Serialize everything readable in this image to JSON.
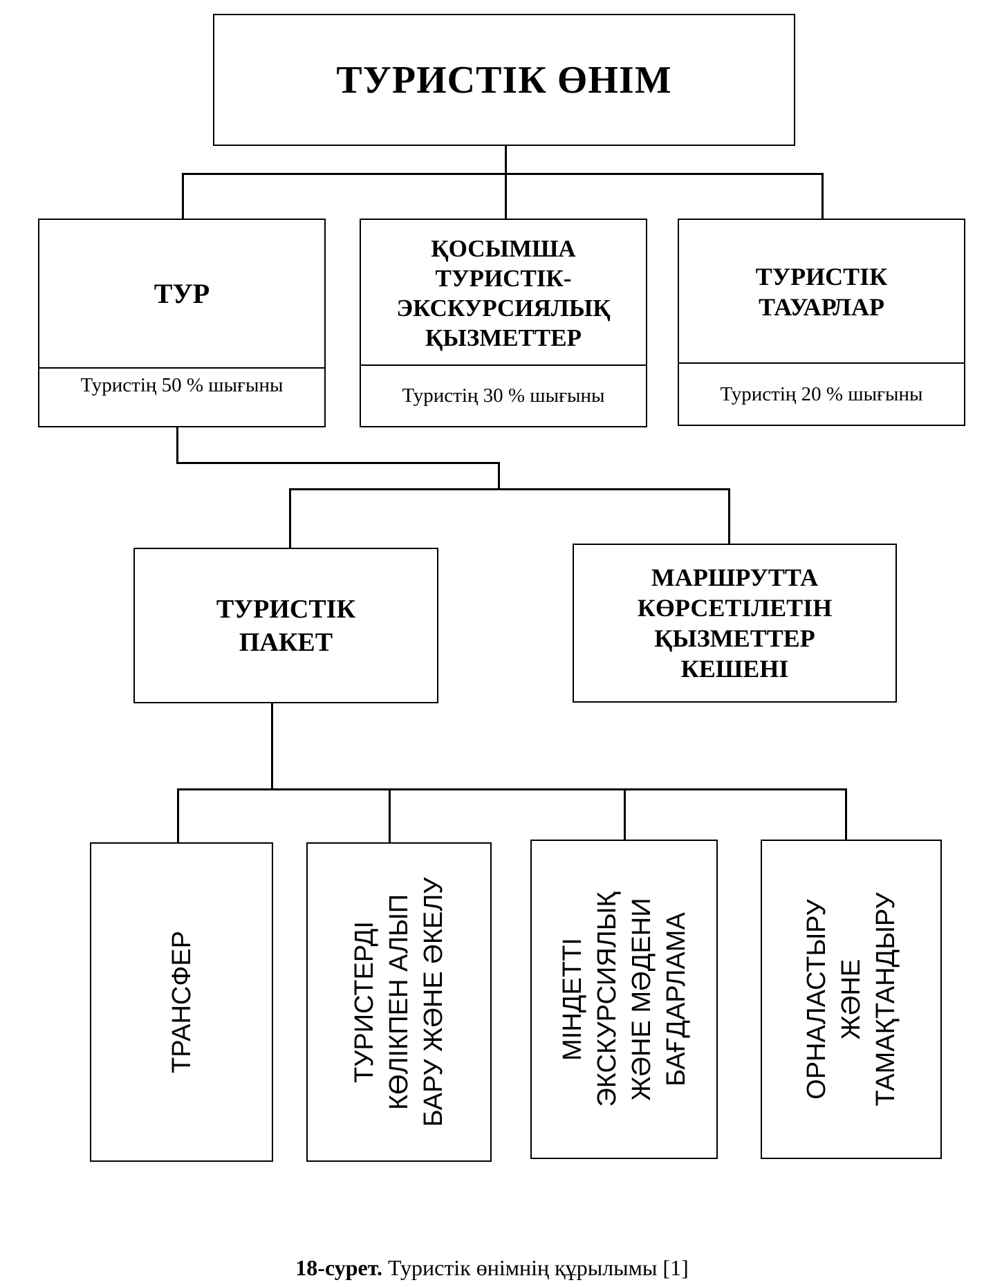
{
  "root": {
    "label": "ТУРИСТІК ӨНІМ"
  },
  "level1": [
    {
      "label": "ТУР",
      "share": "Туристің 50 % шығыны"
    },
    {
      "label": "ҚОСЫМША ТУРИСТІК-ЭКСКУРСИЯЛЫҚ ҚЫЗМЕТТЕР",
      "share": "Туристің 30 % шығыны"
    },
    {
      "label": "ТУРИСТІК ТАУАРЛАР",
      "share": "Туристің 20 % шығыны"
    }
  ],
  "level2": [
    {
      "label": "ТУРИСТІК ПАКЕТ"
    },
    {
      "label": "МАРШРУТТА КӨРСЕТІЛЕТІН ҚЫЗМЕТТЕР КЕШЕНІ"
    }
  ],
  "level3": [
    {
      "label": "ТРАНСФЕР"
    },
    {
      "label": "ТУРИСТЕРДІ КӨЛІКПЕН АЛЫП БАРУ ЖӘНЕ ӘКЕЛУ"
    },
    {
      "label": "МІНДЕТТІ ЭКСКУРСИЯЛЫҚ ЖӘНЕ МӘДЕНИ БАҒДАРЛАМА"
    },
    {
      "label": "ОРНАЛАСТЫРУ ЖӘНЕ ТАМАҚТАНДЫРУ"
    }
  ],
  "caption": {
    "number": "18-сурет.",
    "text": "Туристік өнімнің құрылымы [1]"
  }
}
